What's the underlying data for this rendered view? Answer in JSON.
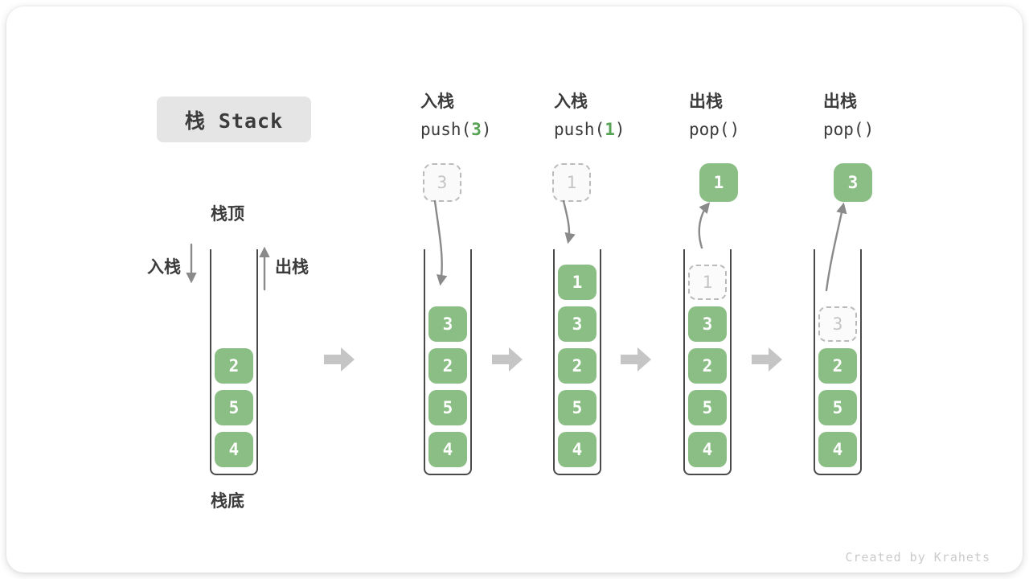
{
  "title": "栈 Stack",
  "watermark": "Created by Krahets",
  "side_labels": {
    "top": "栈顶",
    "bottom": "栈底",
    "push": "入栈",
    "pop": "出栈"
  },
  "colors": {
    "box_green": "#8ABE84",
    "code_green": "#55A353",
    "ink": "#3B3B3B",
    "ghost": "#C4C4C4",
    "ghost_border": "#BBBBBB",
    "arrow": "#8A8A8A",
    "flow_arrow": "#C5C5C5",
    "title_bg": "#E5E5E5",
    "container_border": "#4A4A4A",
    "watermark": "#CACACA"
  },
  "columns": [
    {
      "label": "",
      "code": null,
      "float": null,
      "stack": [
        {
          "v": "2"
        },
        {
          "v": "5"
        },
        {
          "v": "4"
        }
      ]
    },
    {
      "label": "入栈",
      "code": {
        "pre": "push(",
        "val": "3",
        "post": ")"
      },
      "float": {
        "kind": "dashed",
        "v": "3"
      },
      "stack": [
        {
          "v": "3"
        },
        {
          "v": "2"
        },
        {
          "v": "5"
        },
        {
          "v": "4"
        }
      ]
    },
    {
      "label": "入栈",
      "code": {
        "pre": "push(",
        "val": "1",
        "post": ")"
      },
      "float": {
        "kind": "dashed",
        "v": "1"
      },
      "stack": [
        {
          "v": "1"
        },
        {
          "v": "3"
        },
        {
          "v": "2"
        },
        {
          "v": "5"
        },
        {
          "v": "4"
        }
      ]
    },
    {
      "label": "出栈",
      "code": {
        "pre": "pop(",
        "val": "",
        "post": ")"
      },
      "float": {
        "kind": "solid",
        "v": "1"
      },
      "stack": [
        {
          "v": "1",
          "ghost": true
        },
        {
          "v": "3"
        },
        {
          "v": "2"
        },
        {
          "v": "5"
        },
        {
          "v": "4"
        }
      ]
    },
    {
      "label": "出栈",
      "code": {
        "pre": "pop(",
        "val": "",
        "post": ")"
      },
      "float": {
        "kind": "solid",
        "v": "3"
      },
      "stack": [
        {
          "v": "3",
          "ghost": true
        },
        {
          "v": "2"
        },
        {
          "v": "5"
        },
        {
          "v": "4"
        }
      ]
    }
  ]
}
